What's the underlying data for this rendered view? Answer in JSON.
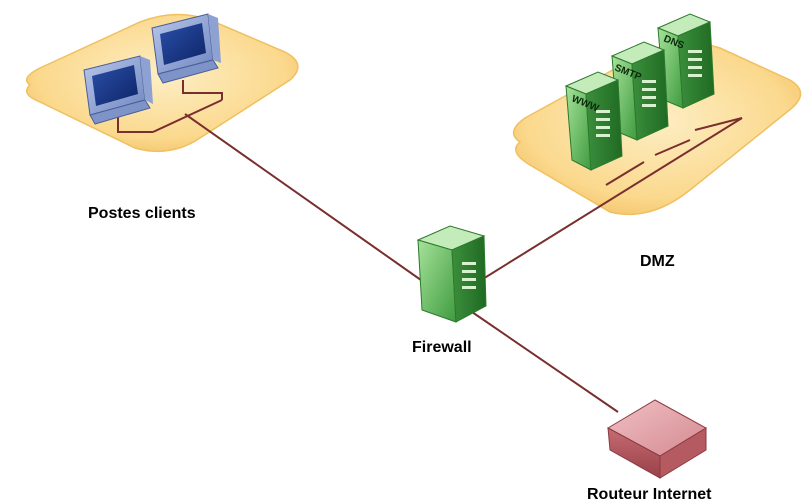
{
  "labels": {
    "clients": "Postes clients",
    "dmz": "DMZ",
    "firewall": "Firewall",
    "router": "Routeur Internet"
  },
  "servers": [
    "WWW",
    "SMTP",
    "DNS"
  ],
  "colors": {
    "zone_fill": "#fbdf9a",
    "zone_edge": "#e8b75a",
    "link": "#7a2e2e",
    "server_green": "#4fae4f",
    "router_red": "#c46a6e",
    "monitor_blue": "#5a79b8"
  }
}
